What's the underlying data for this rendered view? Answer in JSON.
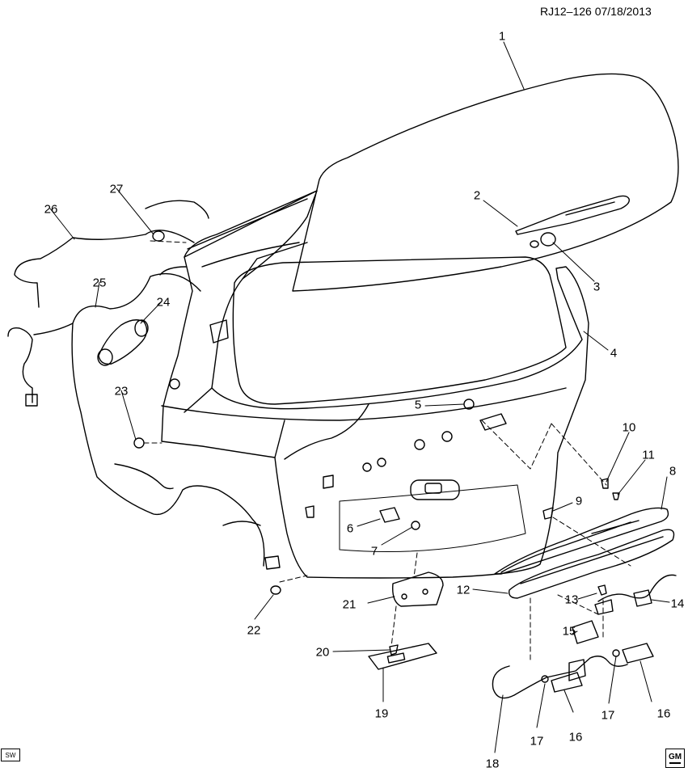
{
  "header": {
    "reference": "RJ12–126  07/18/2013"
  },
  "footer": {
    "left_badge": "SW",
    "right_logo": "GM"
  },
  "callouts": [
    {
      "id": "c1",
      "label": "1"
    },
    {
      "id": "c2",
      "label": "2"
    },
    {
      "id": "c3",
      "label": "3"
    },
    {
      "id": "c4",
      "label": "4"
    },
    {
      "id": "c5",
      "label": "5"
    },
    {
      "id": "c6",
      "label": "6"
    },
    {
      "id": "c7",
      "label": "7"
    },
    {
      "id": "c8",
      "label": "8"
    },
    {
      "id": "c9",
      "label": "9"
    },
    {
      "id": "c10",
      "label": "10"
    },
    {
      "id": "c11",
      "label": "11"
    },
    {
      "id": "c12",
      "label": "12"
    },
    {
      "id": "c13",
      "label": "13"
    },
    {
      "id": "c14",
      "label": "14"
    },
    {
      "id": "c15",
      "label": "15"
    },
    {
      "id": "c16a",
      "label": "16"
    },
    {
      "id": "c16b",
      "label": "16"
    },
    {
      "id": "c17a",
      "label": "17"
    },
    {
      "id": "c17b",
      "label": "17"
    },
    {
      "id": "c18",
      "label": "18"
    },
    {
      "id": "c19",
      "label": "19"
    },
    {
      "id": "c20",
      "label": "20"
    },
    {
      "id": "c21",
      "label": "21"
    },
    {
      "id": "c22",
      "label": "22"
    },
    {
      "id": "c23",
      "label": "23"
    },
    {
      "id": "c24",
      "label": "24"
    },
    {
      "id": "c25",
      "label": "25"
    },
    {
      "id": "c26",
      "label": "26"
    },
    {
      "id": "c27",
      "label": "27"
    }
  ]
}
